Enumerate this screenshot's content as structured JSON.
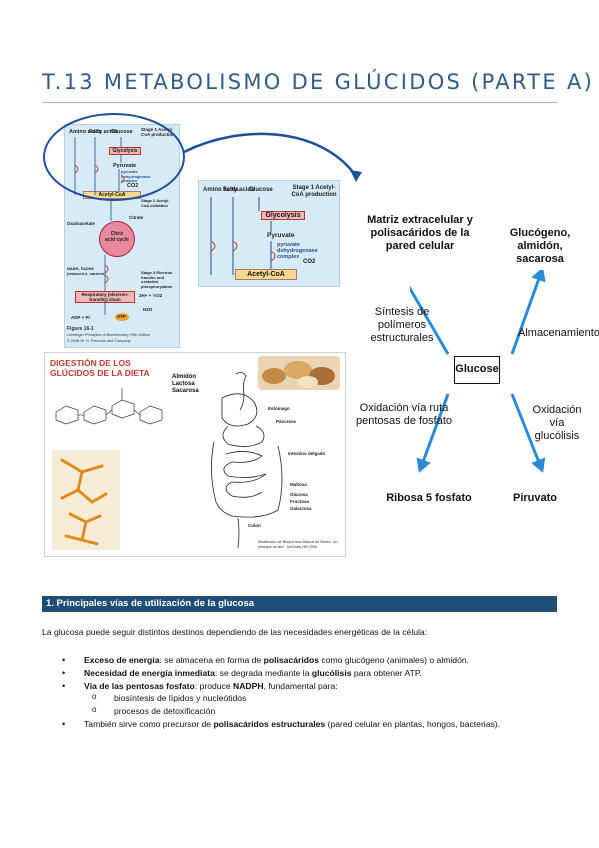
{
  "page": {
    "title": "T.13 METABOLISMO DE GLÚCIDOS (PARTE A)"
  },
  "figure1": {
    "labels": {
      "amino_acids": "Amino acids",
      "fatty_acids": "Fatty acids",
      "glucose": "Glucose",
      "stage1": "Stage 1 Acetyl-CoA production",
      "glycolysis": "Glycolysis",
      "pyruvate": "Pyruvate",
      "pdh": "pyruvate dehydrogenase complex",
      "co2": "CO2",
      "acetyl_coa": "Acetyl-CoA",
      "stage2": "Stage 2 Acetyl-CoA oxidation",
      "oxaloacetate": "Oxaloacetate",
      "citrate": "Citrate",
      "citric_acid_cycle": "Citric acid cycle",
      "nadh": "NADH, FADH2 (reduced e- carriers)",
      "stage3": "Stage 3 Electron transfer and oxidative phosphorylation",
      "respiratory_chain": "Respiratory (electron-transfer) chain",
      "o2": "2H+ + ½O2",
      "h2o": "H2O",
      "adp": "ADP + Pi",
      "atp": "ATP",
      "figure_no": "Figure 16-1",
      "book": "Lehninger Principles of Biochemistry, Fifth Edition",
      "copyright": "© 2008 W. H. Freeman and Company"
    }
  },
  "figure2": {
    "title_line1": "DIGESTIÓN DE LOS",
    "title_line2": "GLÚCIDOS DE LA DIETA",
    "sugars": [
      "Almidón",
      "Lactosa",
      "Sacarosa"
    ],
    "labels": {
      "estomago": "Estómago",
      "pancreas": "Páncreas",
      "intestino": "Intestino delgado",
      "maltosa": "Maltosa",
      "glucosa": "Glucosa",
      "fructosa": "Fructosa",
      "galactosa": "Galactosa",
      "colon": "Colon"
    },
    "credit": "Modificado de Bioquímica Básica de Marks. Un enfoque clínico\". McGraw-Hill 2006."
  },
  "figure3": {
    "center": "Glucose",
    "top_left": "Matriz extracelular y polisacáridos de la pared celular",
    "top_right": "Glucógeno, almidón, sacarosa",
    "bottom_left": "Ribosa 5 fosfato",
    "bottom_right": "Piruvato",
    "arrow_top_left": "Síntesis de polímeros estructurales",
    "arrow_top_right": "Almacenamiento",
    "arrow_bottom_left": "Oxidación vía ruta pentosas de fosfato",
    "arrow_bottom_right": "Oxidación vía glucólisis",
    "arrow_color": "#2a8bd6"
  },
  "section1": {
    "heading": "1. Principales vías de utilización de la glucosa",
    "intro": "La glucosa puede seguir distintos destinos dependiendo de las necesidades energéticas de la célula:",
    "b1": {
      "label": "Exceso de energía",
      "t1": ": se almacena en forma de ",
      "strong": "polisacáridos",
      "t2": " como glucógeno (animales) o almidón."
    },
    "b2": {
      "label": "Necesidad de energía inmediata",
      "t1": ": se degrada mediante la ",
      "strong": "glucólisis",
      "t2": " para obtener ATP."
    },
    "b3": {
      "label": "Vía de las pentosas fosfato",
      "t1": ": produce ",
      "strong": "NADPH",
      "t2": ", fundamental para:"
    },
    "sub": [
      "biosíntesis de lípidos y nucleótidos",
      "procesos de detoxificación"
    ],
    "b4": {
      "t1": "También sirve como precursor de ",
      "strong": "polisacáridos estructurales",
      "t2": " (pared celular en plantas, hongos, bacterias)."
    }
  }
}
